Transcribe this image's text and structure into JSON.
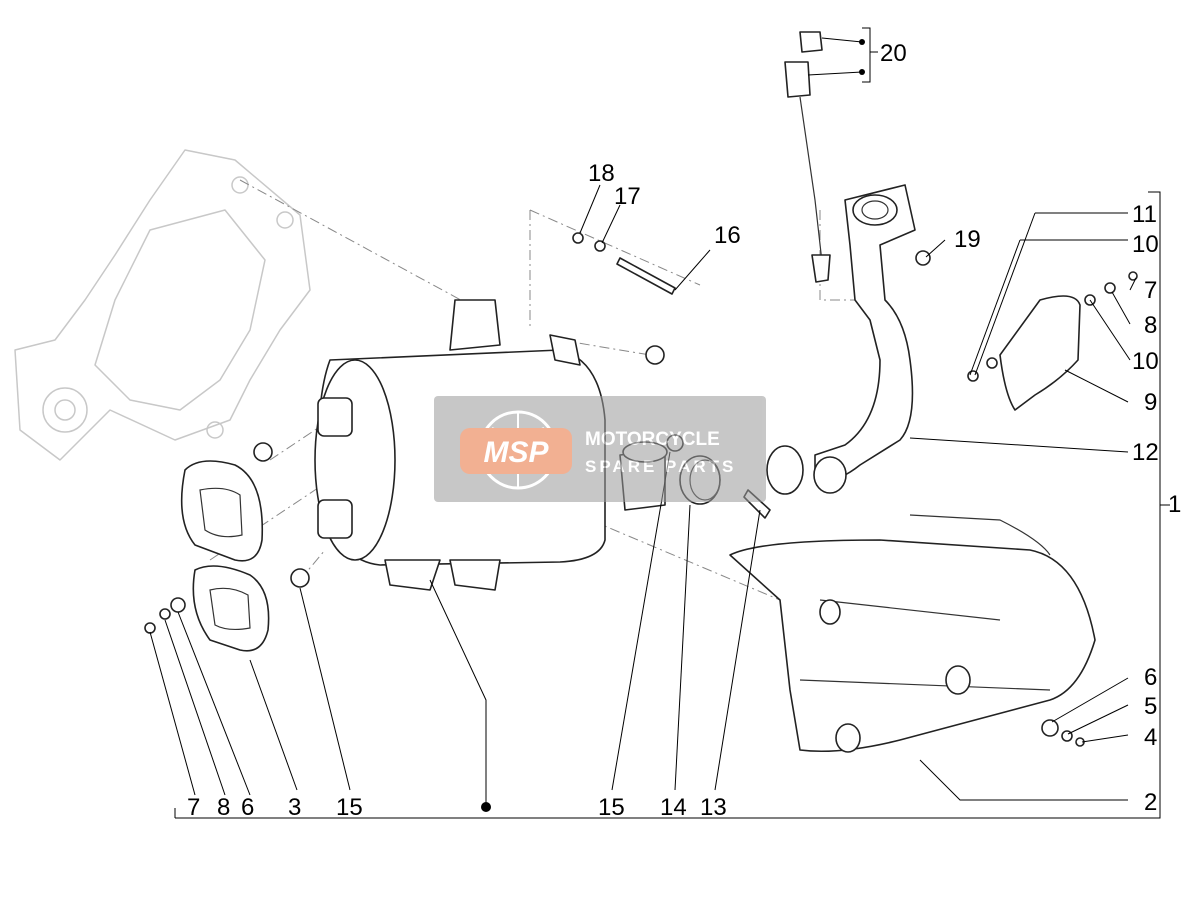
{
  "callouts": {
    "c1": "1",
    "c2": "2",
    "c3": "3",
    "c4": "4",
    "c5": "5",
    "c6_right": "6",
    "c6_left": "6",
    "c7_right": "7",
    "c7_left": "7",
    "c8_right": "8",
    "c8_left": "8",
    "c9": "9",
    "c10_top": "10",
    "c10_mid": "10",
    "c11": "11",
    "c12": "12",
    "c13": "13",
    "c14": "14",
    "c15_left": "15",
    "c15_mid": "15",
    "c16": "16",
    "c17": "17",
    "c18": "18",
    "c19": "19",
    "c20": "20"
  },
  "watermark": {
    "logo": "MSP",
    "line1": "MOTORCYCLE",
    "line2": "SPARE PARTS"
  }
}
